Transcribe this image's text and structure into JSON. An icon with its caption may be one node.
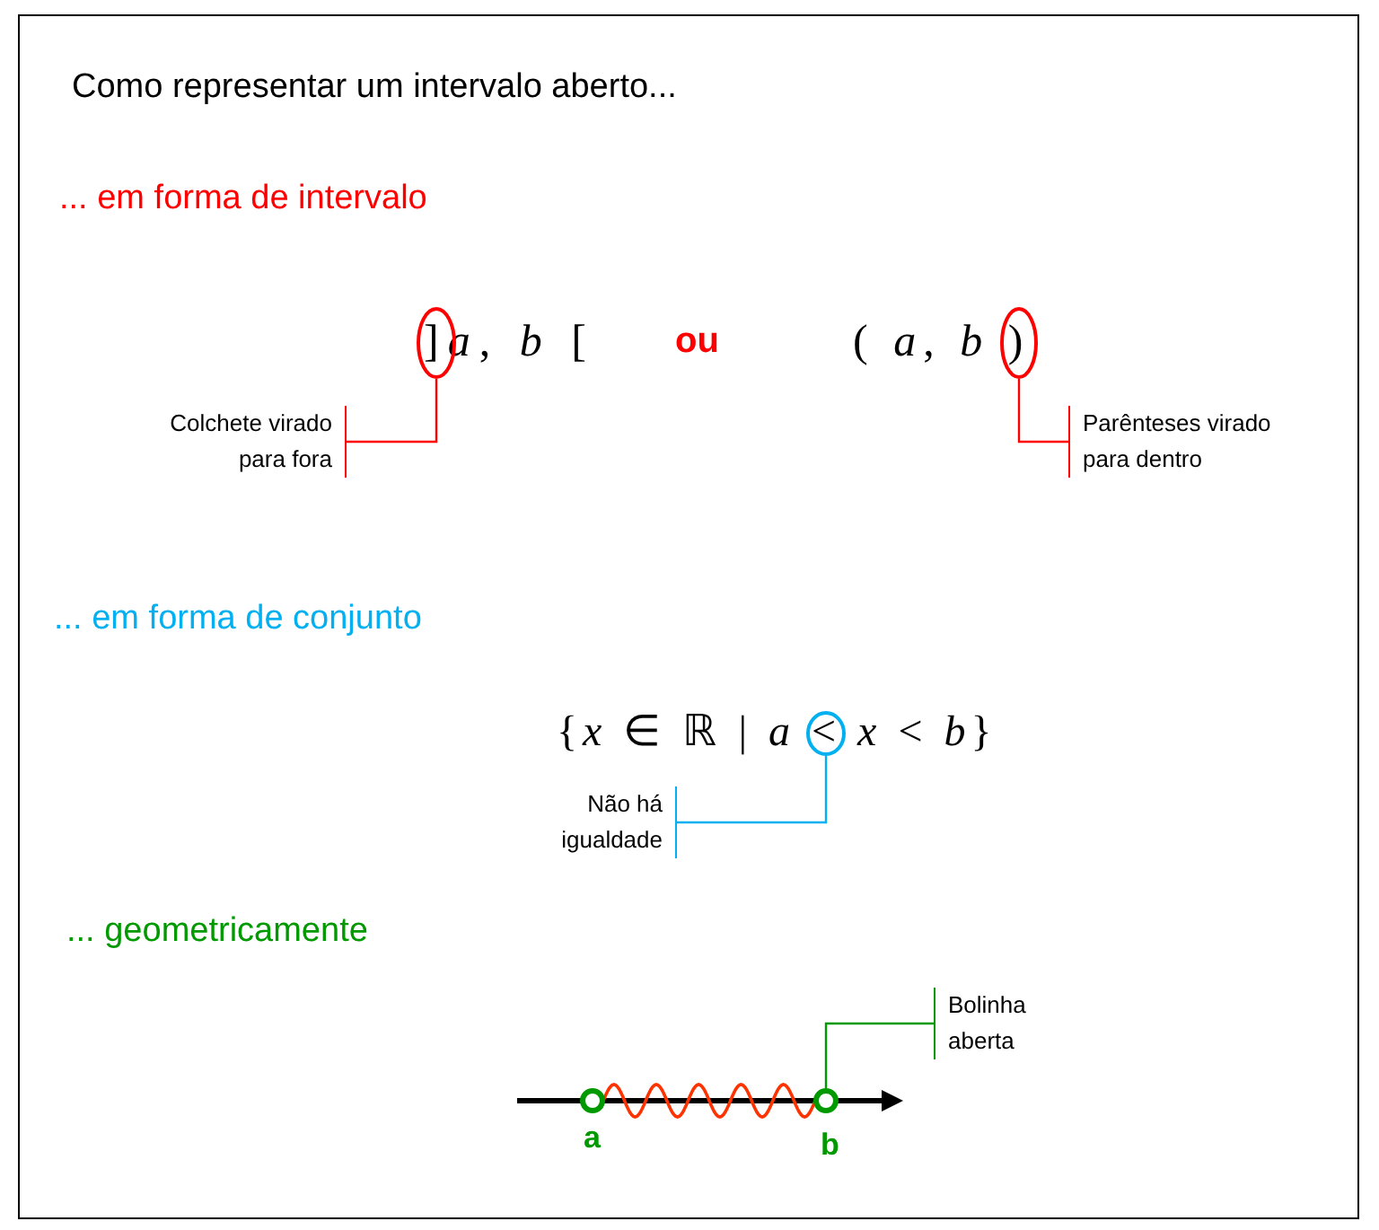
{
  "diagram": {
    "nodes": [
      {
        "text": [
          "Colchete virado para fora"
        ]
      },
      {
        "text": [],
        "shape": "circle"
      },
      {
        "text": [
          "Parênteses virado para dentro"
        ]
      },
      {
        "text": [],
        "shape": "circle"
      },
      {
        "text": [
          "Não há igualdade"
        ]
      },
      {
        "text": [],
        "shape": "circle"
      },
      {
        "text": [
          "Bolinha aberta"
        ]
      },
      {
        "text": [],
        "shape": "circle"
      }
    ],
    "edges": [
      {
        "from": 0,
        "to": 1,
        "arrow": "none",
        "color": "#ff0000"
      },
      {
        "from": 2,
        "to": 3,
        "arrow": "none",
        "color": "#ff0000"
      },
      {
        "from": 4,
        "to": 5,
        "arrow": "none",
        "color": "#00b0f0"
      },
      {
        "from": 6,
        "to": 7,
        "arrow": "none",
        "color": "#009900"
      }
    ],
    "labels": [
      "Como representar um intervalo aberto...",
      "... em forma de intervalo",
      "]*a*, *b* [",
      "ou",
      "( *a*, *b* )",
      "... em forma de conjunto",
      "{*x* ∈ ℝ | *a* < *x* < *b*}",
      "... geometricamente",
      "a",
      "b"
    ]
  }
}
